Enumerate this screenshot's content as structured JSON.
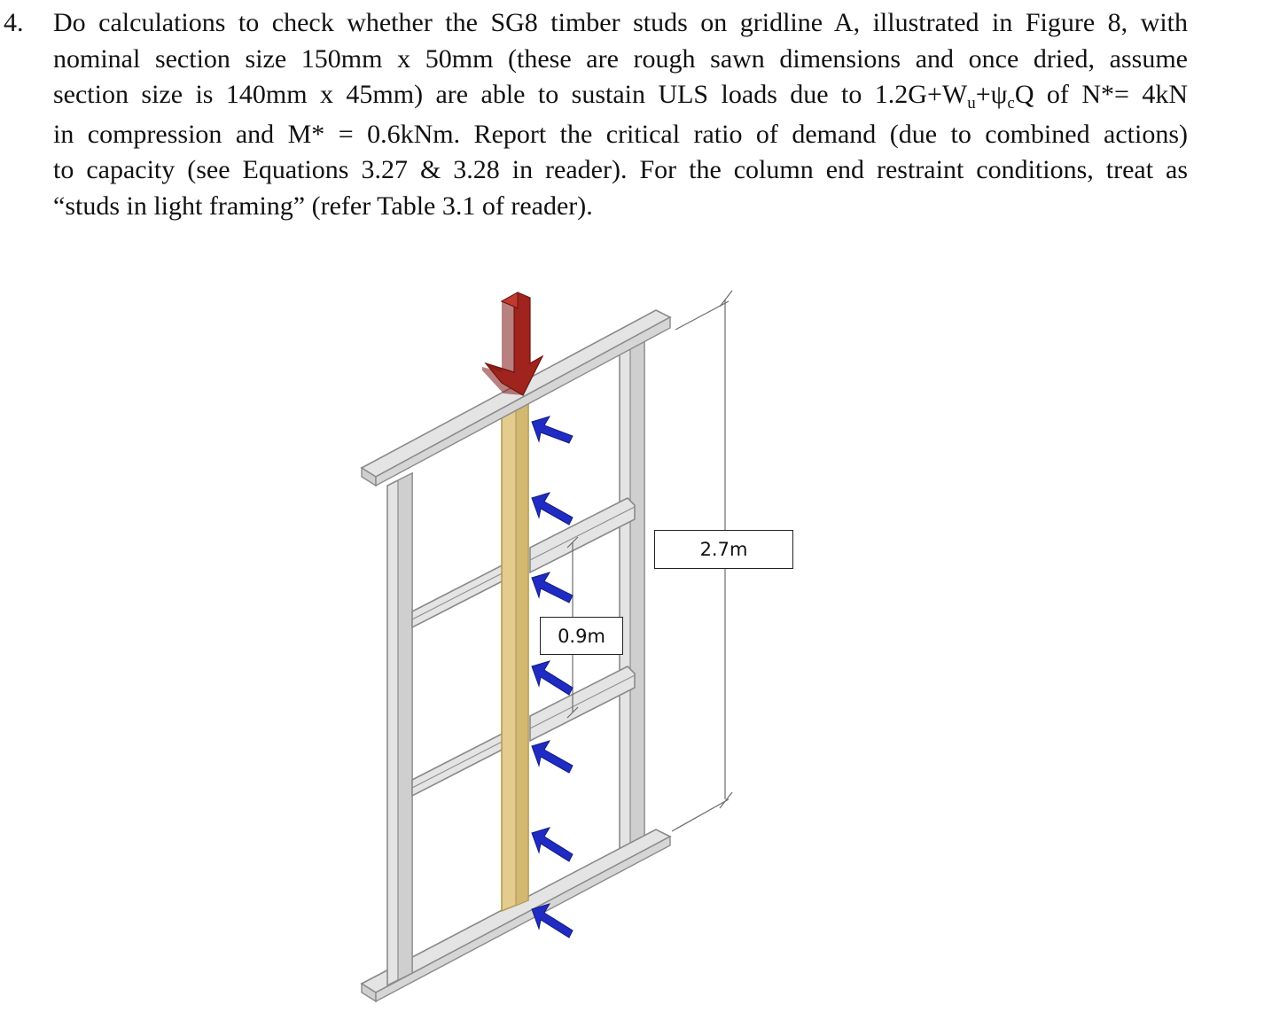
{
  "question": {
    "number": "4.",
    "lines": [
      "Do calculations to check whether the SG8 timber studs on gridline A, illustrated in Figure 8, with",
      "nominal section size 150mm x 50mm (these are rough sawn dimensions and once dried, assume",
      "in compression and M* = 0.6kNm. Report the critical ratio of demand (due to combined actions)",
      "to capacity (see Equations 3.27 & 3.28 in reader). For the column end restraint conditions, treat as",
      "“studs in light framing” (refer Table 3.1 of reader)."
    ],
    "line3": {
      "part1": "section size is 140mm x 45mm) are able to sustain ULS loads due to 1.2G+W",
      "sub1": "u",
      "part2": "+ψ",
      "sub2": "c",
      "part3": "Q of N*= 4kN"
    }
  },
  "figure": {
    "height_label": "2.7m",
    "spacing_label": "0.9m",
    "colors": {
      "frame_face": "#e4e4e4",
      "frame_edge": "#8a8a8a",
      "stud_face": "#e3cc8e",
      "stud_edge": "#b59c55",
      "load_arrow": "#a0231d",
      "wind_arrow": "#1f2bc2"
    }
  }
}
